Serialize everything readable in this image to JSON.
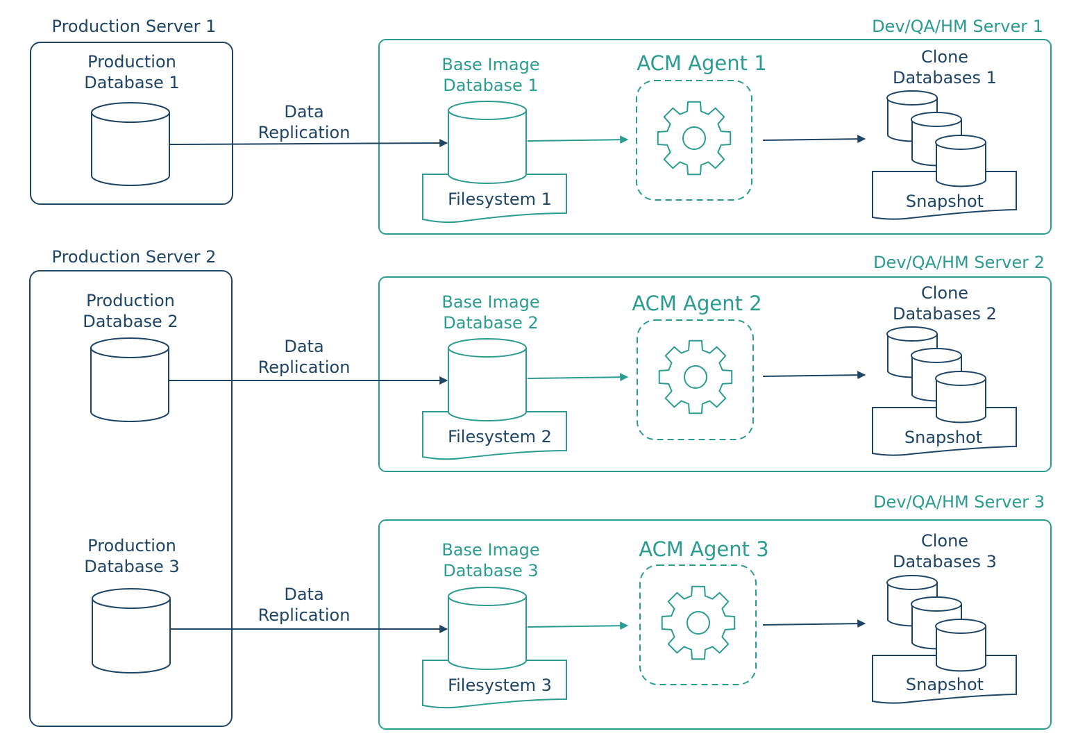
{
  "colors": {
    "navy": "#1f4566",
    "teal": "#2a9c90"
  },
  "production_servers": [
    {
      "title": "Production Server 1",
      "databases": [
        {
          "line1": "Production",
          "line2": "Database 1"
        }
      ]
    },
    {
      "title": "Production Server 2",
      "databases": [
        {
          "line1": "Production",
          "line2": "Database 2"
        },
        {
          "line1": "Production",
          "line2": "Database 3"
        }
      ]
    }
  ],
  "replication_links": [
    {
      "line1": "Data",
      "line2": "Replication"
    },
    {
      "line1": "Data",
      "line2": "Replication"
    },
    {
      "line1": "Data",
      "line2": "Replication"
    }
  ],
  "dev_servers": [
    {
      "title": "Dev/QA/HM Server 1",
      "base_image": {
        "line1": "Base Image",
        "line2": "Database 1"
      },
      "filesystem": "Filesystem 1",
      "agent": "ACM Agent 1",
      "agent_icon": "gear-icon",
      "clone": {
        "line1": "Clone",
        "line2": "Databases 1"
      },
      "snapshot": "Snapshot"
    },
    {
      "title": "Dev/QA/HM Server 2",
      "base_image": {
        "line1": "Base Image",
        "line2": "Database 2"
      },
      "filesystem": "Filesystem 2",
      "agent": "ACM Agent 2",
      "agent_icon": "gear-icon",
      "clone": {
        "line1": "Clone",
        "line2": "Databases 2"
      },
      "snapshot": "Snapshot"
    },
    {
      "title": "Dev/QA/HM Server 3",
      "base_image": {
        "line1": "Base Image",
        "line2": "Database 3"
      },
      "filesystem": "Filesystem 3",
      "agent": "ACM Agent 3",
      "agent_icon": "gear-icon",
      "clone": {
        "line1": "Clone",
        "line2": "Databases 3"
      },
      "snapshot": "Snapshot"
    }
  ]
}
